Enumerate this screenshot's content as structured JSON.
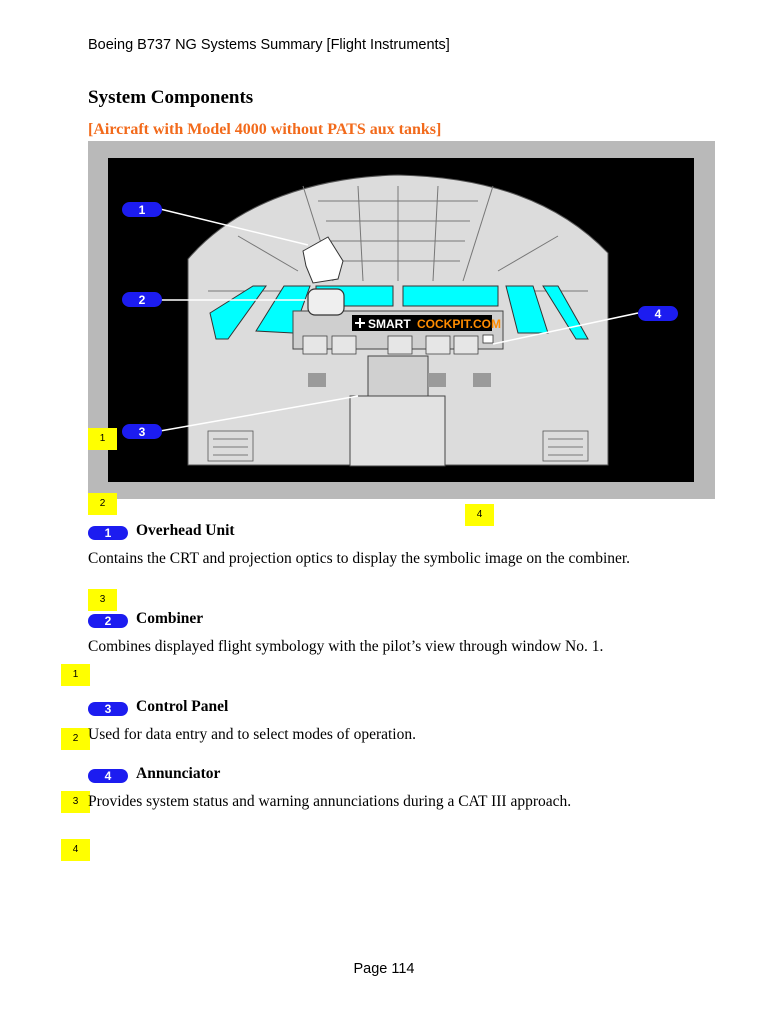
{
  "header": {
    "text": "Boeing B737 NG  Systems Summary [Flight Instruments]"
  },
  "title": "System Components",
  "subtitle": "[Aircraft with Model 4000 without PATS aux tanks]",
  "figure": {
    "watermark": {
      "part1": "SMART",
      "part2": "COCKPIT.COM"
    },
    "callouts": [
      "1",
      "2",
      "3",
      "4"
    ],
    "colors": {
      "glass": "#00ffff",
      "callout": "#1c1cf0",
      "frame": "#b9b9b9",
      "interior": "#dcdcdc"
    }
  },
  "components": [
    {
      "number": "1",
      "heading": "Overhead Unit",
      "text": "Contains the CRT and projection optics to display the symbolic image on the combiner."
    },
    {
      "number": "2",
      "heading": "Combiner",
      "text": "Combines displayed flight symbology with the pilot’s view through window No. 1."
    },
    {
      "number": "3",
      "heading": "Control Panel",
      "text": "Used for data entry and to select modes of operation."
    },
    {
      "number": "4",
      "heading": "Annunciator",
      "text": "Provides system status and warning annunciations during a CAT III approach."
    }
  ],
  "markers": [
    "1",
    "2",
    "4",
    "3",
    "1",
    "2",
    "3",
    "4"
  ],
  "footer": {
    "page": "Page 114"
  }
}
